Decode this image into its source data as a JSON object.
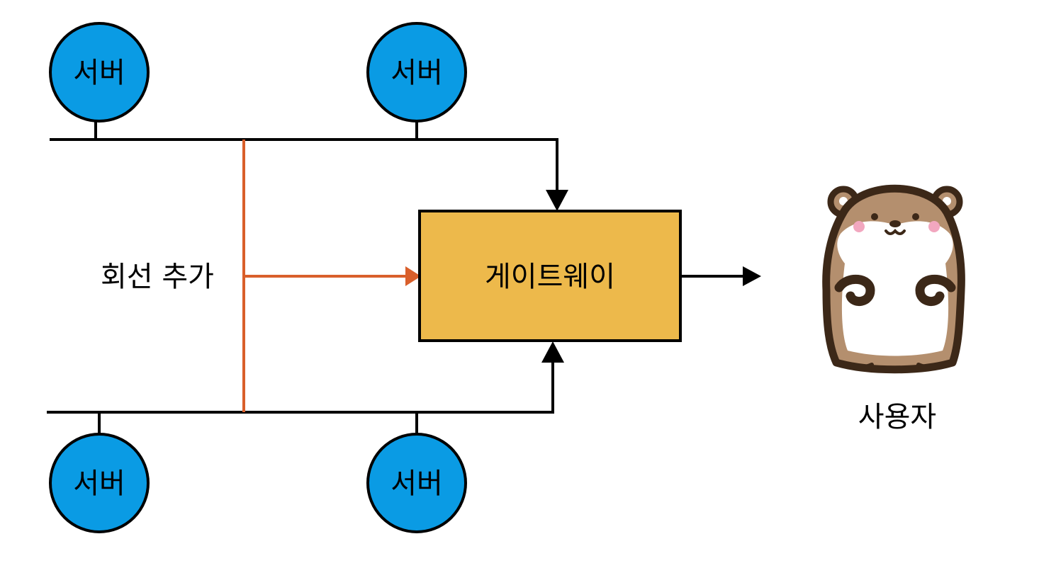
{
  "diagram": {
    "servers": [
      {
        "label": "서버"
      },
      {
        "label": "서버"
      },
      {
        "label": "서버"
      },
      {
        "label": "서버"
      }
    ],
    "gateway": {
      "label": "게이트웨이"
    },
    "added_line": {
      "label": "회선 추가"
    },
    "user": {
      "label": "사용자",
      "icon": "otter-mascot-icon"
    },
    "colors": {
      "server_fill": "#0A9BE4",
      "gateway_fill": "#EDB94B",
      "added_line": "#D95F2B",
      "line": "#000000",
      "mascot_body": "#B48F6E",
      "mascot_outline": "#3C2818",
      "mascot_belly": "#FFFFFF",
      "mascot_cheek": "#F2A7BF"
    }
  }
}
